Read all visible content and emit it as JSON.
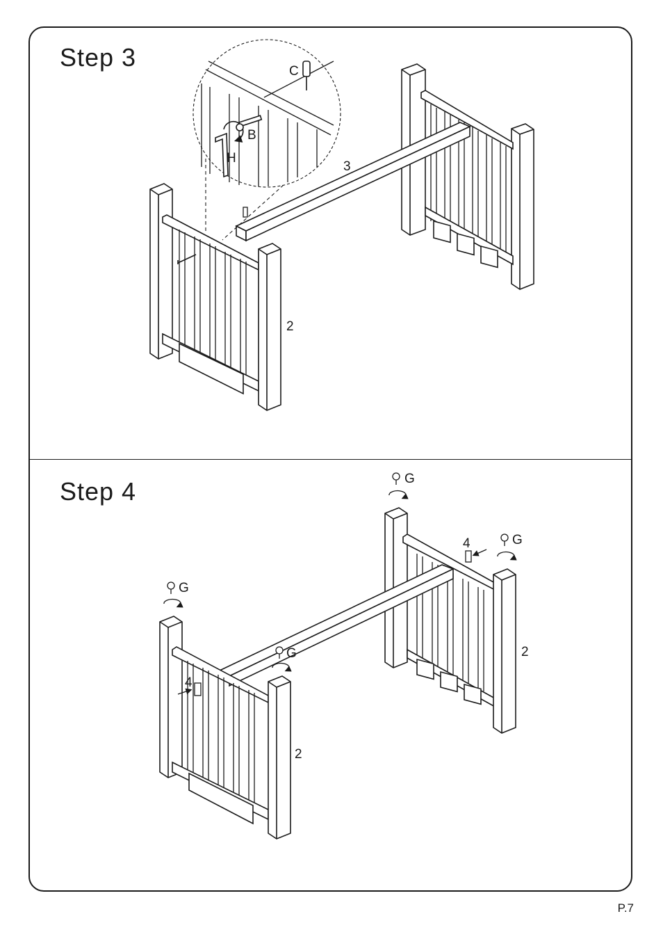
{
  "steps": [
    {
      "title": "Step  3",
      "labels": {
        "part_front_panel": "2",
        "part_rail": "3",
        "bolt": "B",
        "barrel_nut": "C",
        "allen_key": "H"
      }
    },
    {
      "title": "Step  4",
      "labels": {
        "cap_top_left": "G",
        "cap_back_left": "G",
        "cap_back_right": "G",
        "cap_rail": "G",
        "bracket_left": "4",
        "bracket_right": "4",
        "panel_front": "2",
        "panel_back": "2"
      }
    }
  ],
  "footer": {
    "page_number": "P.7"
  }
}
